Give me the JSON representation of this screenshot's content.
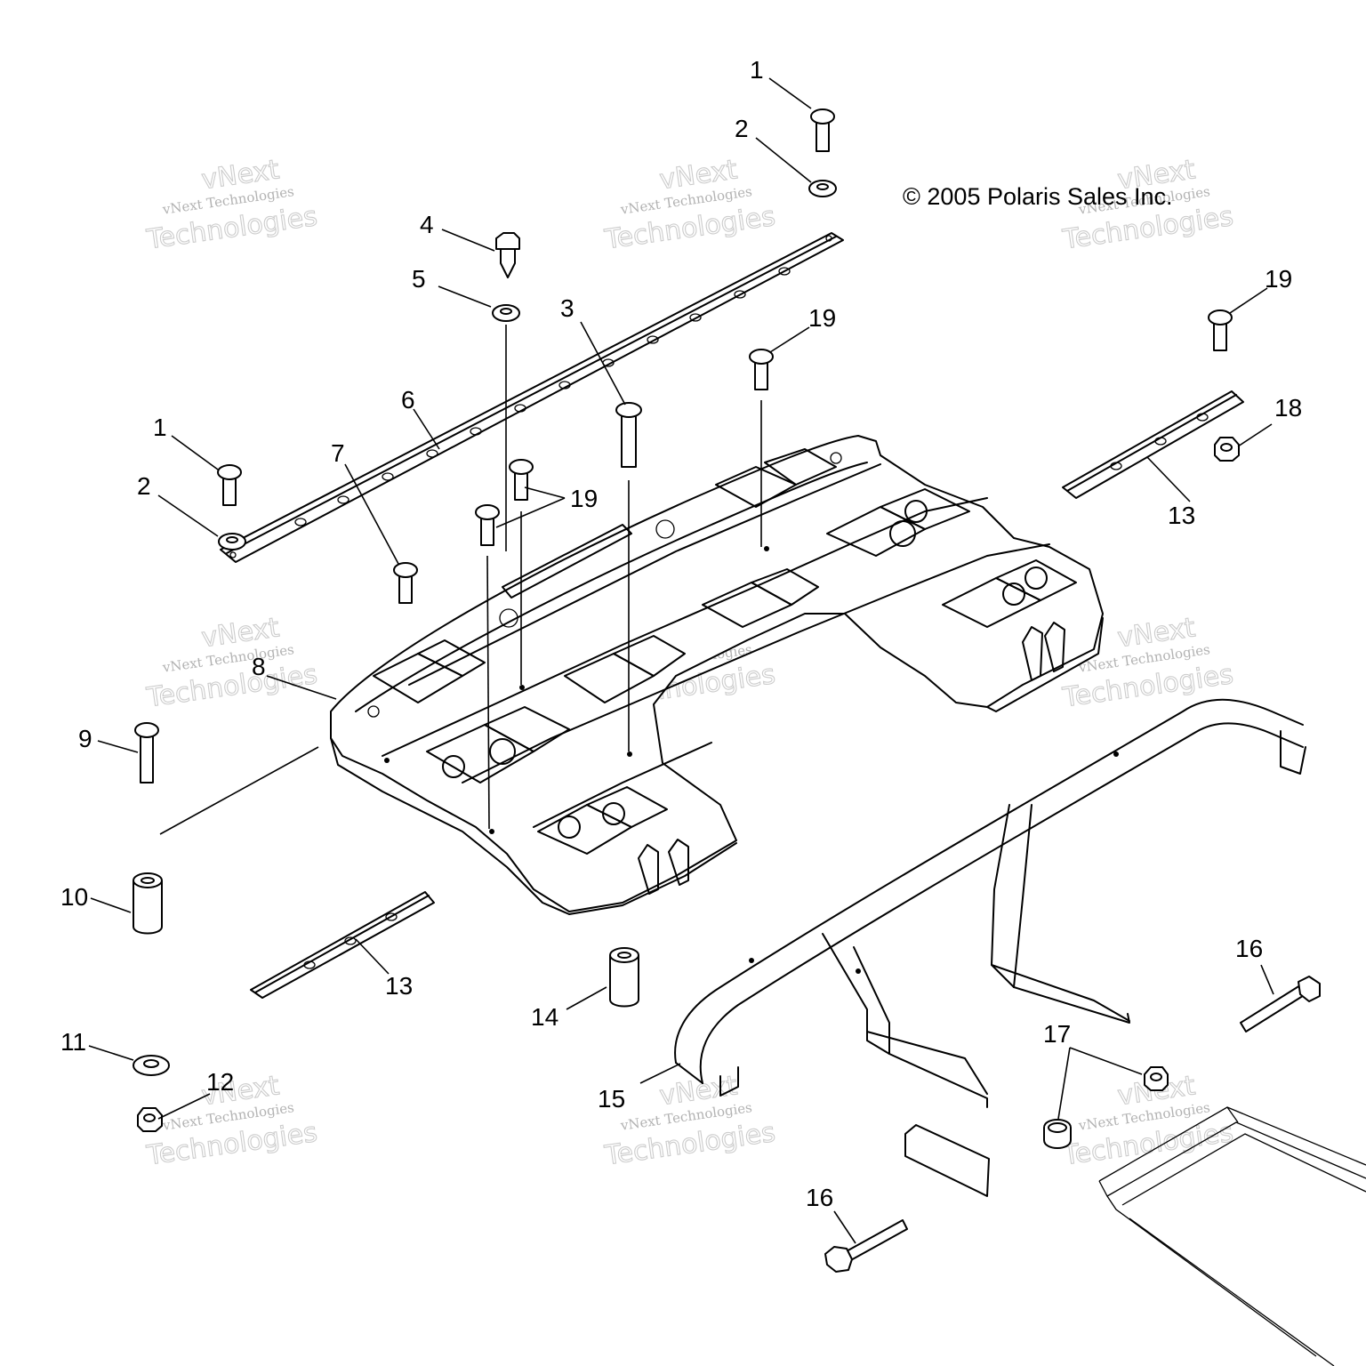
{
  "copyright": "© 2005 Polaris Sales Inc.",
  "watermark": {
    "line_top": "vNext",
    "line_mid": "vNext Technologies",
    "line_big": "Technologies"
  },
  "callouts": [
    {
      "id": "1a",
      "label": "1"
    },
    {
      "id": "1b",
      "label": "1"
    },
    {
      "id": "2a",
      "label": "2"
    },
    {
      "id": "2b",
      "label": "2"
    },
    {
      "id": "3",
      "label": "3"
    },
    {
      "id": "4",
      "label": "4"
    },
    {
      "id": "5",
      "label": "5"
    },
    {
      "id": "6",
      "label": "6"
    },
    {
      "id": "7",
      "label": "7"
    },
    {
      "id": "8",
      "label": "8"
    },
    {
      "id": "9",
      "label": "9"
    },
    {
      "id": "10",
      "label": "10"
    },
    {
      "id": "11",
      "label": "11"
    },
    {
      "id": "12",
      "label": "12"
    },
    {
      "id": "13a",
      "label": "13"
    },
    {
      "id": "13b",
      "label": "13"
    },
    {
      "id": "14",
      "label": "14"
    },
    {
      "id": "15",
      "label": "15"
    },
    {
      "id": "16a",
      "label": "16"
    },
    {
      "id": "16b",
      "label": "16"
    },
    {
      "id": "17",
      "label": "17"
    },
    {
      "id": "18",
      "label": "18"
    },
    {
      "id": "19a",
      "label": "19"
    },
    {
      "id": "19b",
      "label": "19"
    },
    {
      "id": "19c",
      "label": "19"
    }
  ]
}
